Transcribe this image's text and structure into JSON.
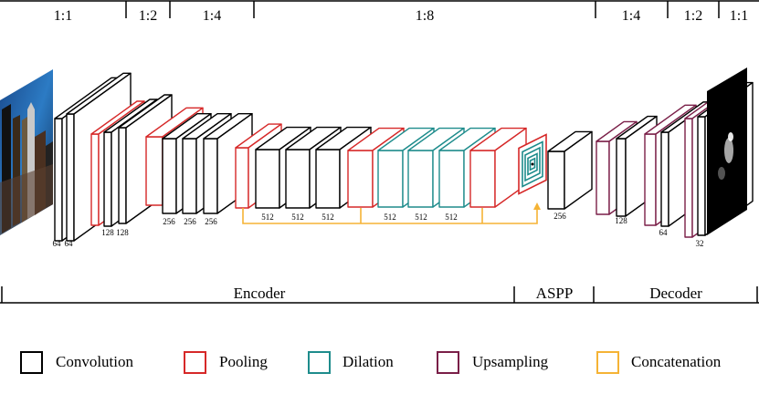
{
  "scale_bar": [
    {
      "label": "1:1"
    },
    {
      "label": "1:2"
    },
    {
      "label": "1:4"
    },
    {
      "label": "1:8"
    },
    {
      "label": "1:4"
    },
    {
      "label": "1:2"
    },
    {
      "label": "1:1"
    }
  ],
  "channel_labels": {
    "conv1a": "64",
    "conv1b": "64",
    "conv2a": "128",
    "conv2b": "128",
    "conv3a": "256",
    "conv3b": "256",
    "conv3c": "256",
    "conv4a": "512",
    "conv4b": "512",
    "conv4c": "512",
    "dil1": "512",
    "dil2": "512",
    "dil3": "512",
    "aspp_out": "256",
    "dec1": "128",
    "dec2": "64",
    "dec3": "32"
  },
  "sections": [
    {
      "label": "Encoder"
    },
    {
      "label": "ASPP"
    },
    {
      "label": "Decoder"
    }
  ],
  "legend": [
    {
      "label": "Convolution",
      "color": "#000000"
    },
    {
      "label": "Pooling",
      "color": "#d62828"
    },
    {
      "label": "Dilation",
      "color": "#1e8c8c"
    },
    {
      "label": "Upsampling",
      "color": "#7a1f48"
    },
    {
      "label": "Concatenation",
      "color": "#f5b335"
    }
  ],
  "colors": {
    "convolution": "#000000",
    "pooling": "#d62828",
    "dilation": "#1e8c8c",
    "upsampling": "#7a1f48",
    "concatenation": "#f5b335"
  }
}
